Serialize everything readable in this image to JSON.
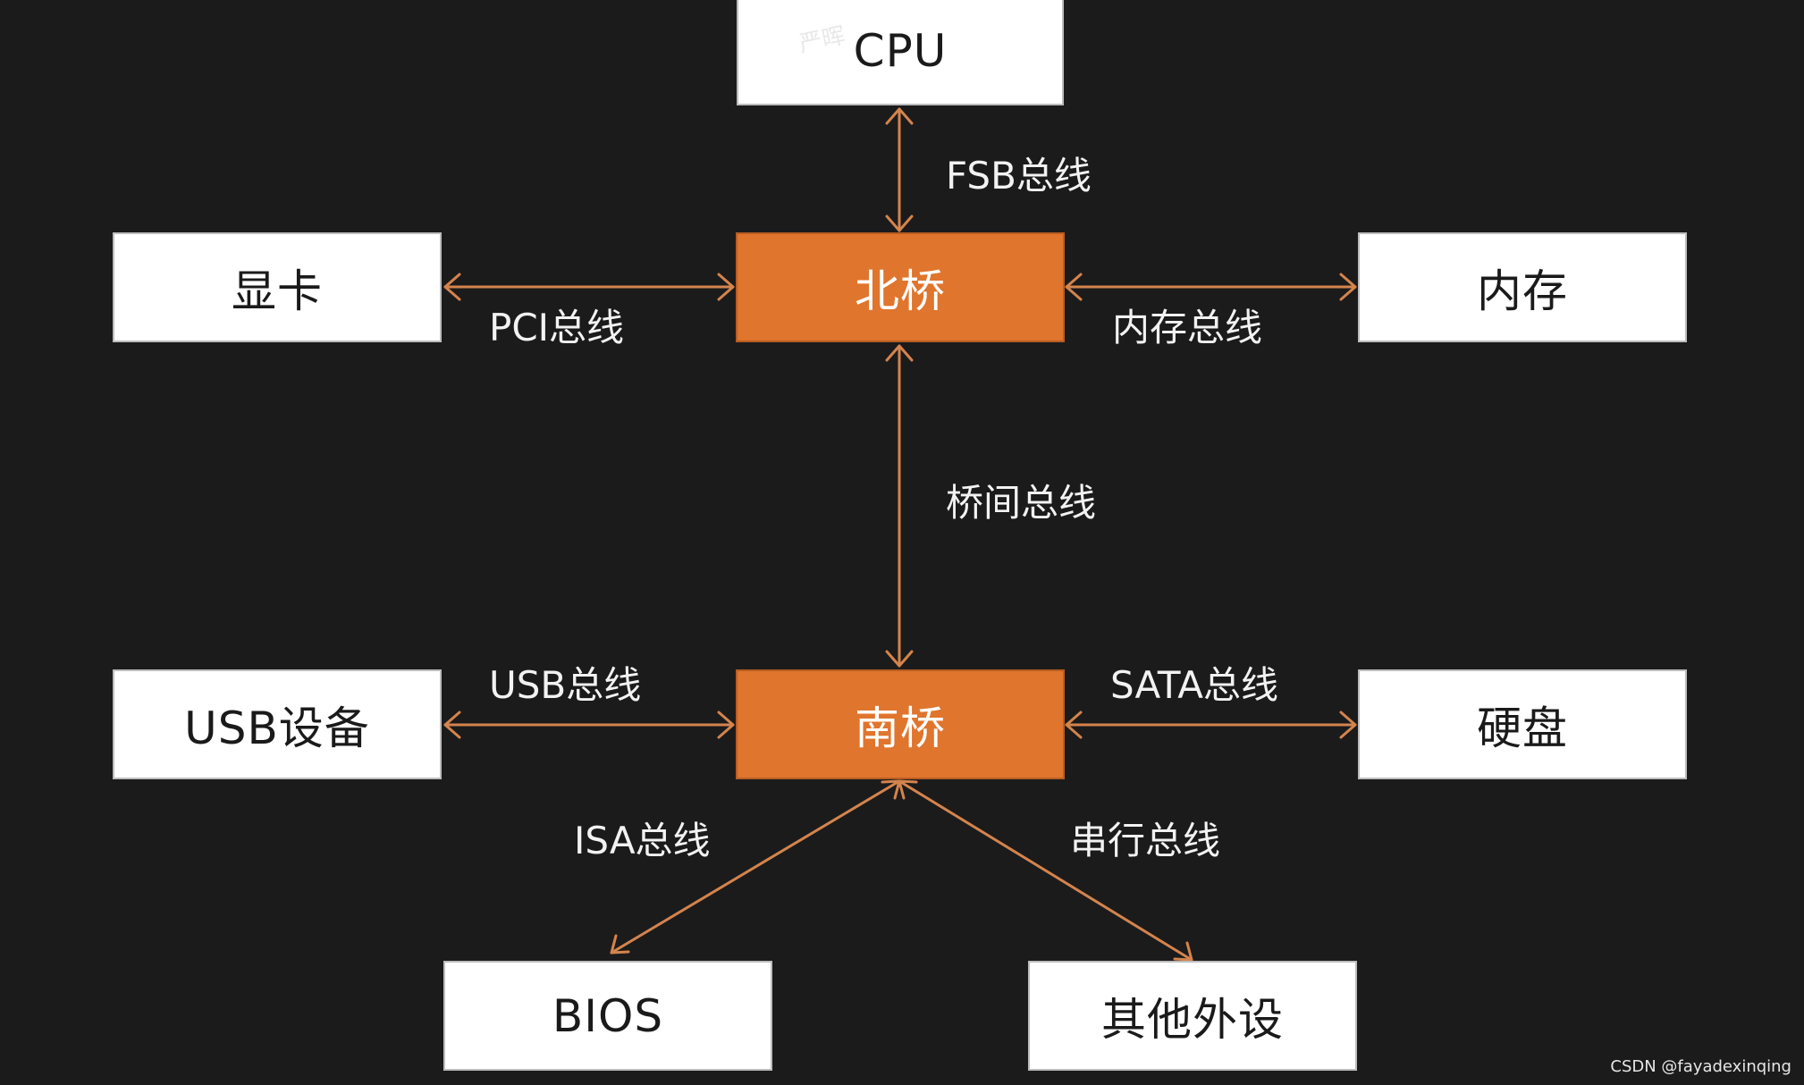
{
  "colors": {
    "background": "#1c1b1b",
    "hub_fill": "#e0752e",
    "node_fill": "#ffffff",
    "connector": "#d4844d"
  },
  "nodes": {
    "cpu": "CPU",
    "northbridge": "北桥",
    "graphics_card": "显卡",
    "memory": "内存",
    "southbridge": "南桥",
    "usb_devices": "USB设备",
    "hard_disk": "硬盘",
    "bios": "BIOS",
    "other_peripherals": "其他外设"
  },
  "buses": {
    "fsb": "FSB总线",
    "pci": "PCI总线",
    "memory_bus": "内存总线",
    "inter_bridge": "桥间总线",
    "usb": "USB总线",
    "sata": "SATA总线",
    "isa": "ISA总线",
    "serial": "串行总线"
  },
  "watermark": "严晖",
  "credit": "CSDN @fayadexinqing"
}
